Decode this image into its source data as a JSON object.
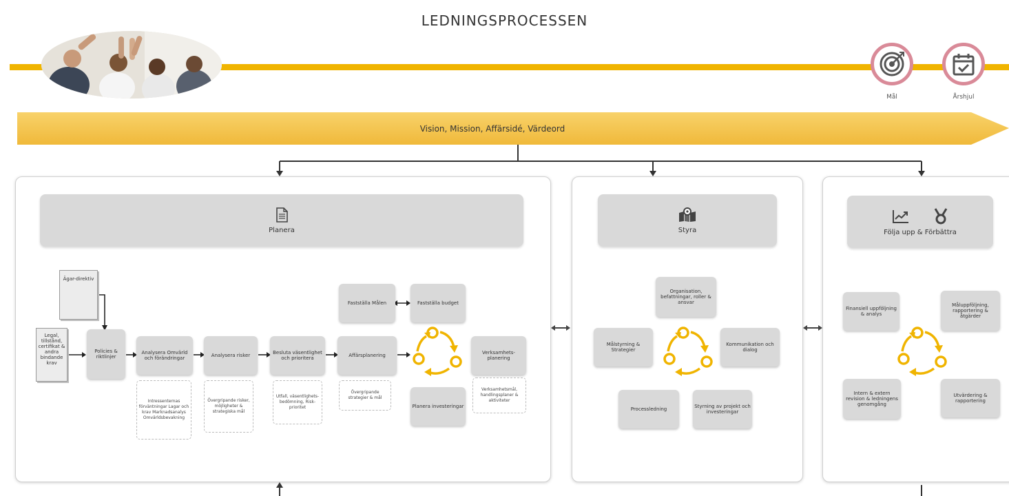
{
  "title": "LEDNINGSPROCESSEN",
  "colors": {
    "accent_yellow": "#f0b400",
    "banner_yellow": "#f6c94a",
    "goal_ring": "#d98a98",
    "cycle_yellow": "#f0b400",
    "box_gray": "#d9d9d9"
  },
  "goals": [
    {
      "icon": "target-icon",
      "label": "Mål"
    },
    {
      "icon": "calendar-check-icon",
      "label": "Årshjul"
    }
  ],
  "banner": {
    "label": "Vision, Mission, Affärsidé, Värdeord"
  },
  "panels": {
    "planera": {
      "icon": "document-icon",
      "label": "Planera",
      "docs": {
        "agardirektiv": "Ägar-direktiv",
        "legal": "Legal, tillstånd, certifikat & andra bindande krav"
      },
      "boxes": {
        "policies": "Policies & riktlinjer",
        "analysera_omvarld": "Analysera Omvärld och förändringar",
        "analysera_risker": "Analysera risker",
        "besluta": "Besluta väsentlighet och prioritera",
        "affarsplanering": "Affärsplanering",
        "fastst_mal": "Fastställa Målen",
        "fastst_budget": "Fastställa budget",
        "planera_investeringar": "Planera investeringar",
        "verksamhetsplanering": "Verksamhets-planering"
      },
      "notes": {
        "n1": "Intressenternas förväntningar Lagar och krav Marknadsanalys Omvärldsbevakning",
        "n2": "Övergripande risker, möjligheter & strategiska mål",
        "n3": "Utfall, väsentlighets-bedömning, Risk-prioritet",
        "n4": "Övergripande strategier & mål",
        "n5": "Verksamhetsmål, handlingsplaner & aktiviteter"
      }
    },
    "styra": {
      "icon": "map-pin-icon",
      "label": "Styra",
      "boxes": {
        "organisation": "Organisation, befattningar, roller & ansvar",
        "malstyrning": "Målstyrning & Strategier",
        "kommunikation": "Kommunikation och dialog",
        "processledning": "Processledning",
        "styrning_projekt": "Styrning av projekt och investeringar"
      }
    },
    "folja": {
      "icons": [
        "chart-icon",
        "medal-icon"
      ],
      "label": "Följa upp & Förbättra",
      "boxes": {
        "finansiell": "Finansiell uppföljning & analys",
        "maluppfoljning": "Måluppföljning, rapportering & åtgärder",
        "intern_extern": "Intern & extern revision & ledningens genomgång",
        "utvardering": "Utvärdering & rapportering"
      }
    }
  }
}
